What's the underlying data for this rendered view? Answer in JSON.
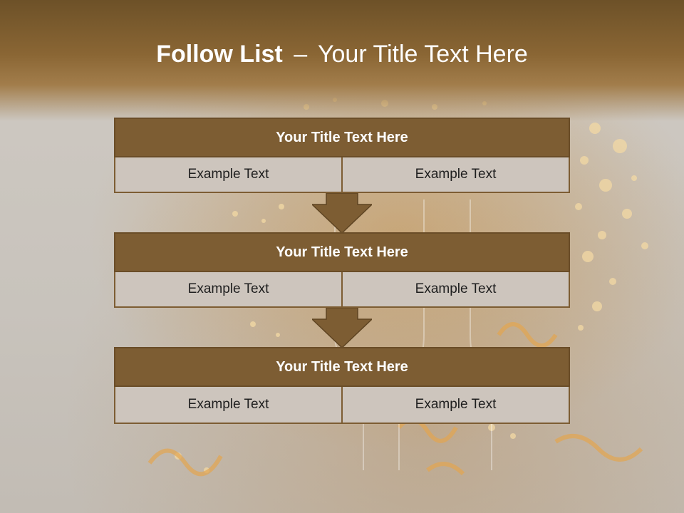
{
  "slide": {
    "title_bold": "Follow List",
    "title_separator": "–",
    "title_rest": "Your Title Text Here"
  },
  "blocks": [
    {
      "title": "Your Title Text Here",
      "left": "Example Text",
      "right": "Example Text"
    },
    {
      "title": "Your Title Text Here",
      "left": "Example Text",
      "right": "Example Text"
    },
    {
      "title": "Your Title Text Here",
      "left": "Example Text",
      "right": "Example Text"
    }
  ],
  "colors": {
    "header": "#8a6634",
    "block_title": "#7d5d33",
    "cell": "#cdc5bd",
    "arrow": "#7d5d33"
  },
  "icons": [
    "down-arrow-icon"
  ]
}
